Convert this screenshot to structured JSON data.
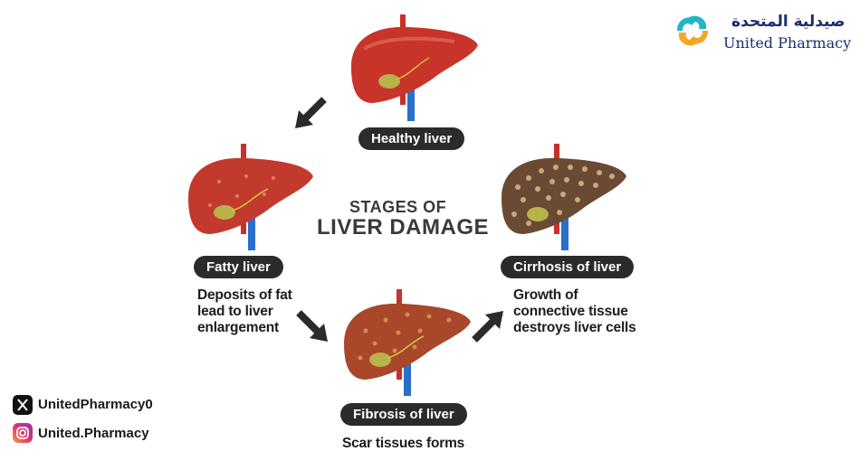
{
  "brand": {
    "name_ar": "صيدلية المتحدة",
    "name_en": "United Pharmacy",
    "logo_colors": [
      "#1fb6c9",
      "#f5a623"
    ]
  },
  "title": {
    "line1": "STAGES OF",
    "line2": "LIVER DAMAGE"
  },
  "stages": [
    {
      "label": "Healthy liver",
      "description": [],
      "color": "#c8332a"
    },
    {
      "label": "Fatty liver",
      "description": [
        "Deposits of fat",
        "lead to liver",
        "enlargement"
      ],
      "color": "#c23a2e"
    },
    {
      "label": "Fibrosis of liver",
      "description": [
        "Scar tissues forms"
      ],
      "color": "#a8472a"
    },
    {
      "label": "Cirrhosis of liver",
      "description": [
        "Growth of",
        "connective tissue",
        "destroys liver cells"
      ],
      "color": "#6b4a34"
    }
  ],
  "social": [
    {
      "icon": "x-icon",
      "handle": "UnitedPharmacy0"
    },
    {
      "icon": "instagram-icon",
      "handle": "United.Pharmacy"
    }
  ]
}
